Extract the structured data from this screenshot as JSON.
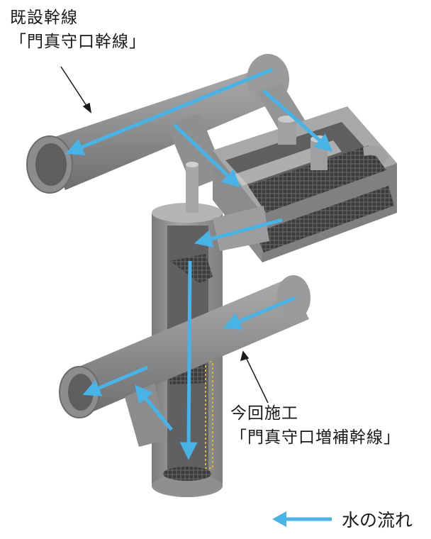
{
  "labels": {
    "existing_title": "既設幹線",
    "existing_name": "「門真守口幹線」",
    "new_title": "今回施工",
    "new_name": "「門真守口増補幹線」"
  },
  "legend": {
    "text": "水の流れ",
    "arrow_color": "#4ab3e6"
  },
  "colors": {
    "concrete": "#8f9092",
    "concrete_dark": "#6e6f71",
    "concrete_light": "#b9babc",
    "interior": "#5a5b5d",
    "grate": "#3c3d3f",
    "ladder": "#d8b23a",
    "flow": "#4ab3e6"
  }
}
